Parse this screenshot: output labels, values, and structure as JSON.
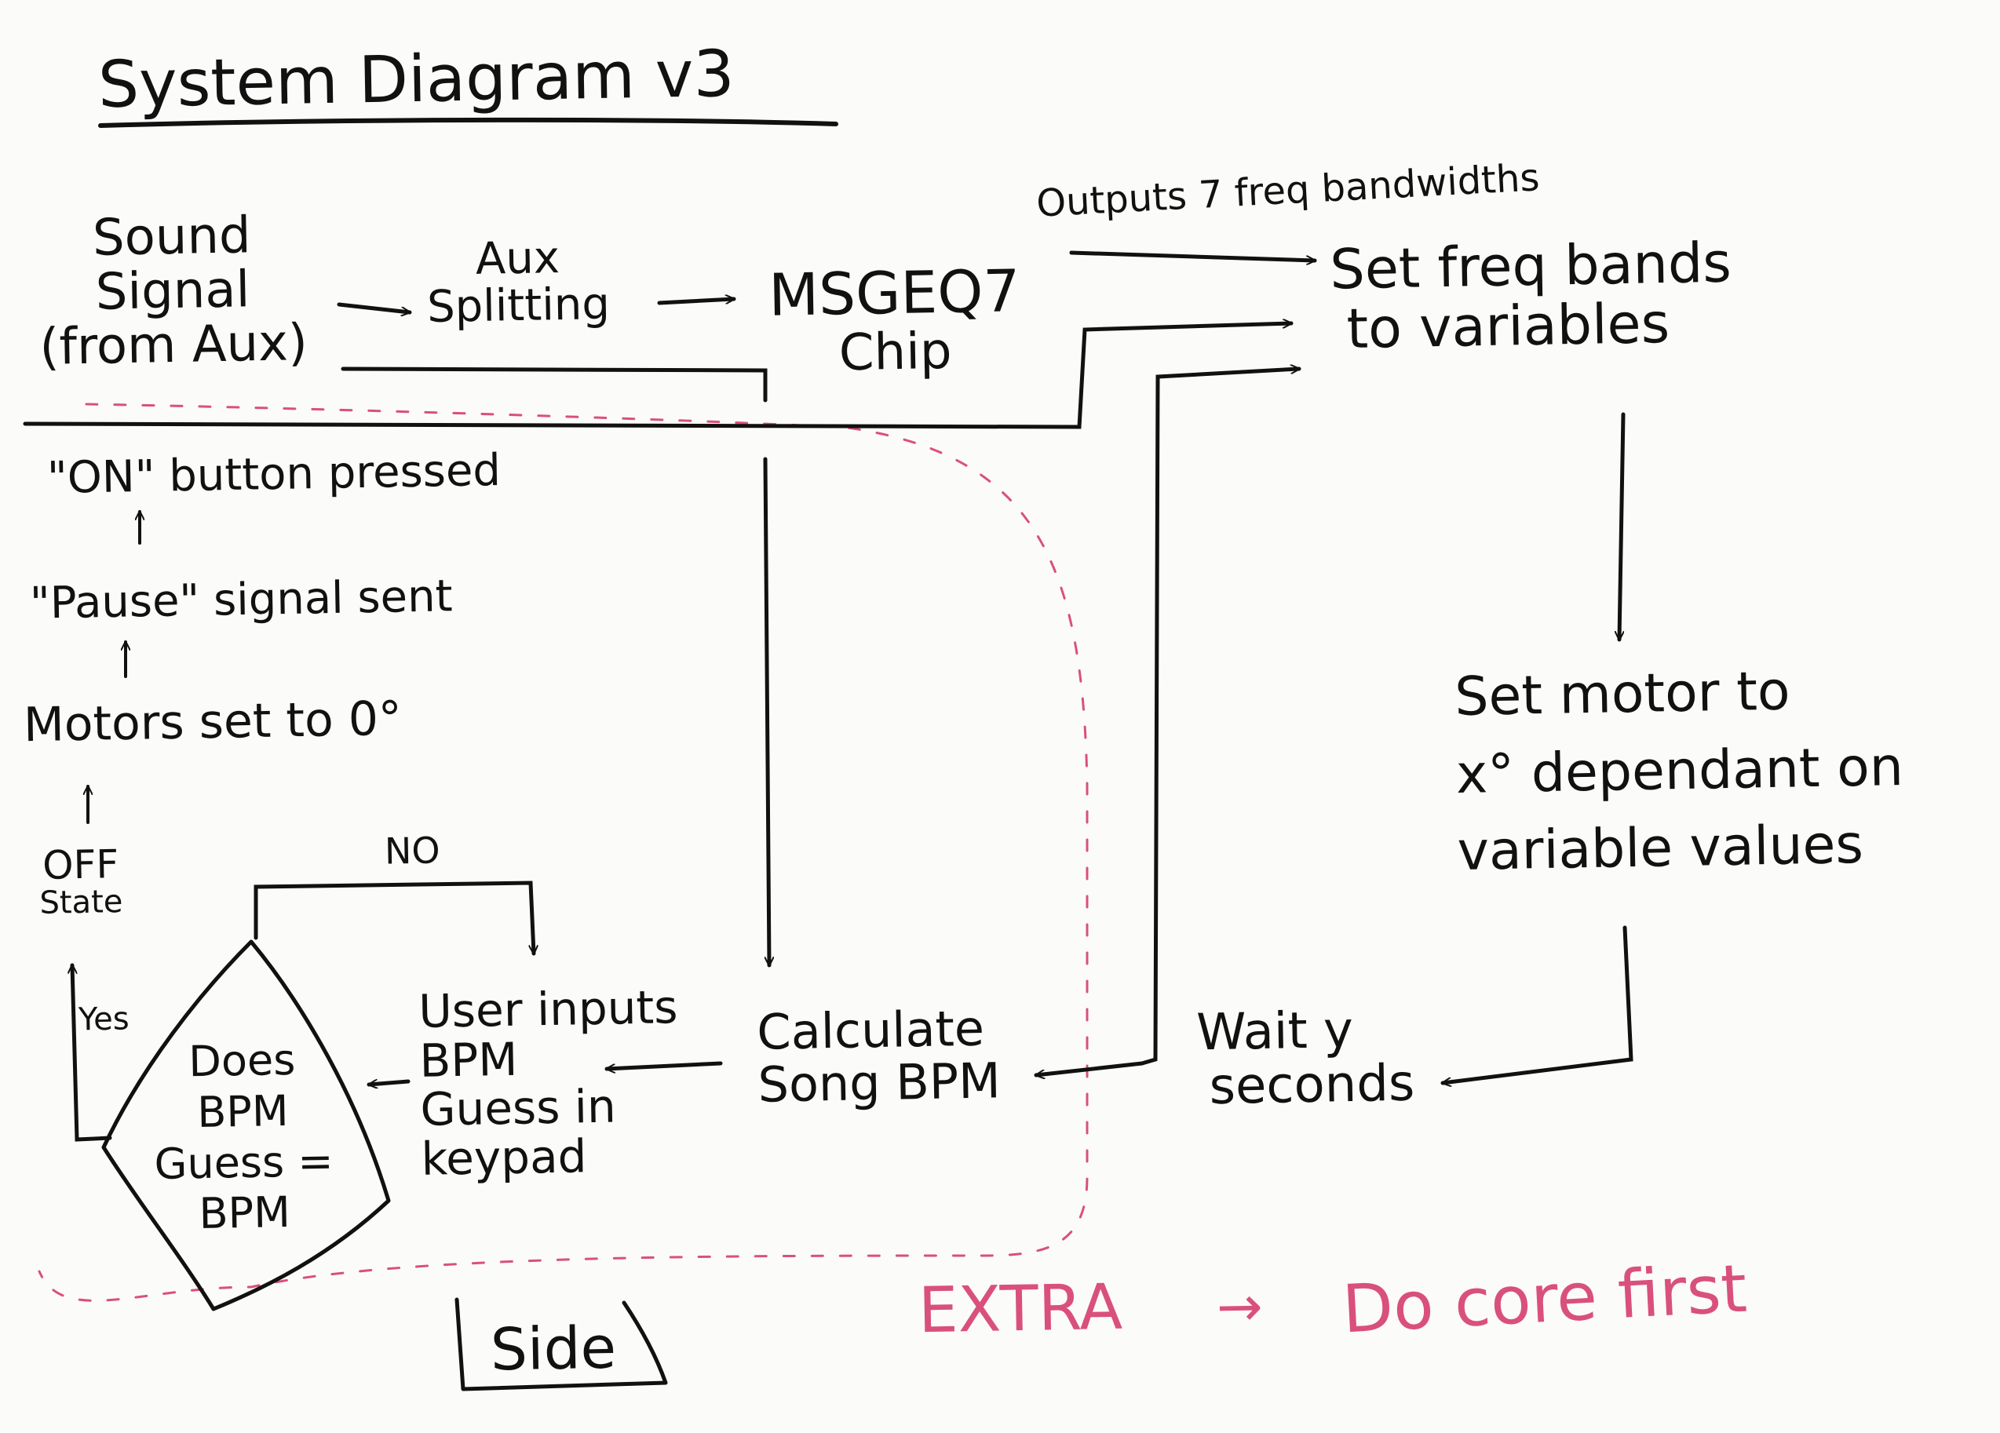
{
  "title": "System Diagram v3",
  "nodes": {
    "sound_signal": [
      "Sound",
      "Signal",
      "(from Aux)"
    ],
    "aux_splitting": [
      "Aux",
      "Splitting"
    ],
    "msgeq7": [
      "MSGEQ7",
      "Chip"
    ],
    "set_freq_bands": [
      "Set freq bands",
      "to variables"
    ],
    "set_motor": [
      "Set motor to",
      "x° dependant on",
      "variable values"
    ],
    "wait": [
      "Wait y",
      "seconds"
    ],
    "calculate_bpm": [
      "Calculate",
      "Song BPM"
    ],
    "user_inputs": [
      "User inputs",
      "BPM",
      "Guess in",
      "keypad"
    ],
    "decision": [
      "Does",
      "BPM",
      "Guess =",
      "BPM"
    ],
    "off_state": [
      "OFF",
      "State"
    ],
    "motors_zero": "Motors set to 0°",
    "pause_signal": "\"Pause\" signal sent",
    "on_button": "\"ON\" button pressed",
    "side": "Side"
  },
  "edge_labels": {
    "outputs": "Outputs 7 freq bandwidths",
    "no": "NO",
    "yes": "Yes"
  },
  "annotation": {
    "extra": "EXTRA",
    "arrow": "→",
    "do_core_first": "Do core first"
  },
  "colors": {
    "ink": "#111111",
    "annotation": "#d9507d",
    "paper": "#fbfbf9"
  }
}
